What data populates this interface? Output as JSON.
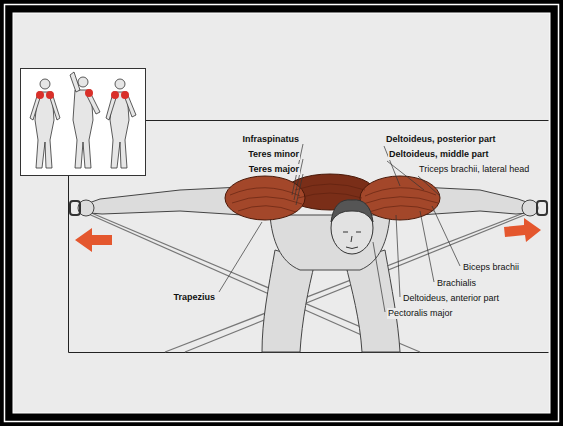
{
  "diagram": {
    "labels": [
      "Infraspinatus",
      "Teres minor",
      "Teres major",
      "Deltoideus, posterior part",
      "Deltoideus, middle part",
      "Triceps brachii, lateral head",
      "Trapezius",
      "Biceps brachii",
      "Brachialis",
      "Deltoideus, anterior part",
      "Pectoralis major"
    ]
  }
}
